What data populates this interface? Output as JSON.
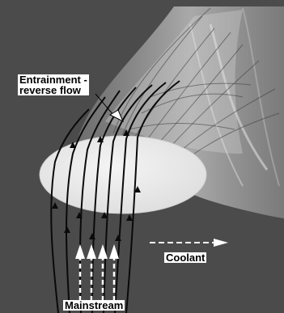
{
  "labels": {
    "entrainment_line1": "Entrainment -",
    "entrainment_line2": "reverse flow",
    "coolant": "Coolant",
    "mainstream": "Mainstream"
  },
  "colors": {
    "background": "#4b4b4b",
    "hole": "#e9e9e9",
    "jet_surface": "#b9b9b9",
    "streamline": "#111111",
    "arrow": "#ffffff"
  }
}
